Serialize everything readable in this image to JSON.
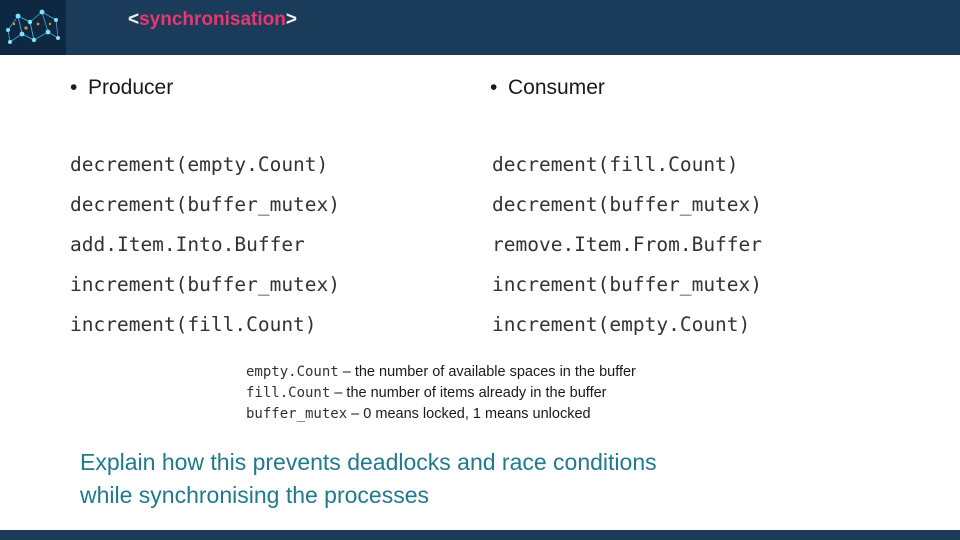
{
  "header": {
    "title_open": "<",
    "title_text": "synchronisation",
    "title_close": ">",
    "logo_name": "brain-network-logo",
    "bg_color": "#1b3b5a",
    "title_color": "#e8376f"
  },
  "columns": {
    "producer": {
      "bullet": "Producer",
      "bullet_marker": "•",
      "code": "decrement(empty.Count)\ndecrement(buffer_mutex)\nadd.Item.Into.Buffer\nincrement(buffer_mutex)\nincrement(fill.Count)"
    },
    "consumer": {
      "bullet": "Consumer",
      "bullet_marker": "•",
      "code": "decrement(fill.Count)\ndecrement(buffer_mutex)\nremove.Item.From.Buffer\nincrement(buffer_mutex)\nincrement(empty.Count)"
    }
  },
  "legend": [
    {
      "term": "empty.Count",
      "desc": " – the number of available spaces in the buffer"
    },
    {
      "term": "fill.Count",
      "desc": " – the number of items already in the buffer"
    },
    {
      "term": "buffer_mutex",
      "desc": " – 0 means locked, 1 means unlocked"
    }
  ],
  "question": {
    "line1": "Explain how this prevents deadlocks and race conditions",
    "line2": "while synchronising the processes",
    "color": "#1f7a8c"
  }
}
